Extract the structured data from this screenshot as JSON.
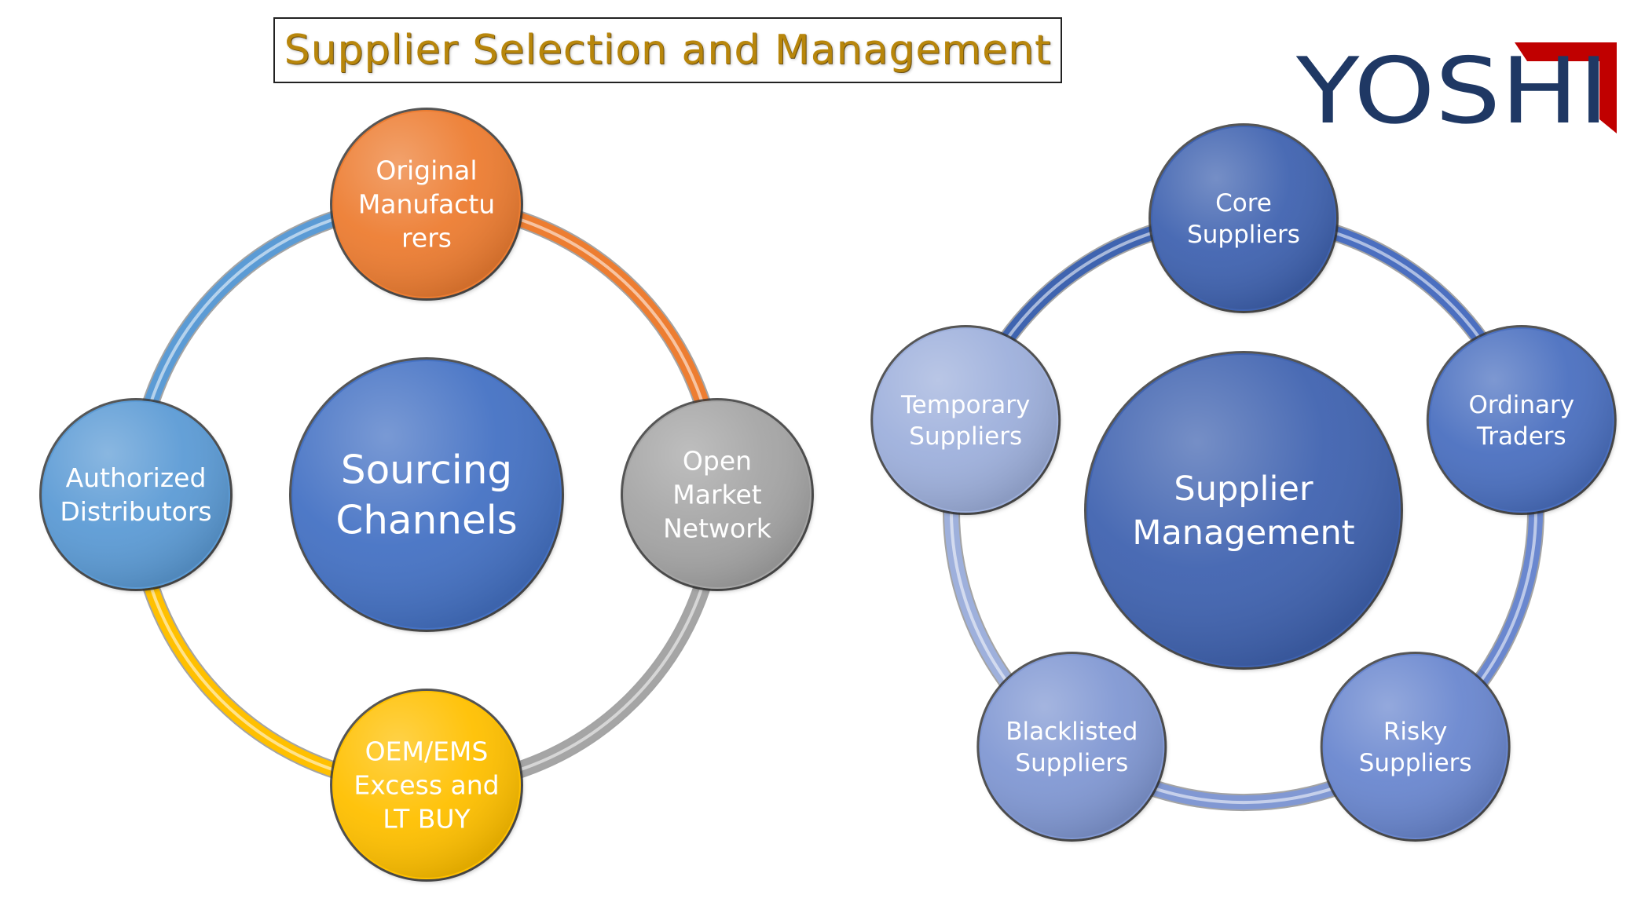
{
  "title": "Supplier Selection and Management",
  "logo": {
    "text": "YOSHI",
    "colors": {
      "text": "#1f3864",
      "accent": "#c00000"
    }
  },
  "sourcing": {
    "center": {
      "lines": [
        "Sourcing",
        "Channels"
      ],
      "color": "#4472c4"
    },
    "nodes": [
      {
        "key": "original-manufacturers",
        "lines": [
          "Original",
          "Manufactu",
          "rers"
        ],
        "color": "#ed7d31"
      },
      {
        "key": "open-market-network",
        "lines": [
          "Open",
          "Market",
          "Network"
        ],
        "color": "#a5a5a5"
      },
      {
        "key": "oem-ems-excess",
        "lines": [
          "OEM/EMS",
          "Excess and",
          "LT BUY"
        ],
        "color": "#ffc000"
      },
      {
        "key": "authorized-distributors",
        "lines": [
          "Authorized",
          "Distributors"
        ],
        "color": "#5b9bd5"
      }
    ]
  },
  "management": {
    "center": {
      "lines": [
        "Supplier",
        "Management"
      ],
      "color": "#3f64b0"
    },
    "nodes": [
      {
        "key": "core-suppliers",
        "lines": [
          "Core",
          "Suppliers"
        ],
        "color": "#3f64b0"
      },
      {
        "key": "ordinary-traders",
        "lines": [
          "Ordinary",
          "Traders"
        ],
        "color": "#4b6fc0"
      },
      {
        "key": "risky-suppliers",
        "lines": [
          "Risky",
          "Suppliers"
        ],
        "color": "#6a87cf"
      },
      {
        "key": "blacklisted-suppliers",
        "lines": [
          "Blacklisted",
          "Suppliers"
        ],
        "color": "#8198d3"
      },
      {
        "key": "temporary-suppliers",
        "lines": [
          "Temporary",
          "Suppliers"
        ],
        "color": "#9eb0dc"
      }
    ]
  }
}
